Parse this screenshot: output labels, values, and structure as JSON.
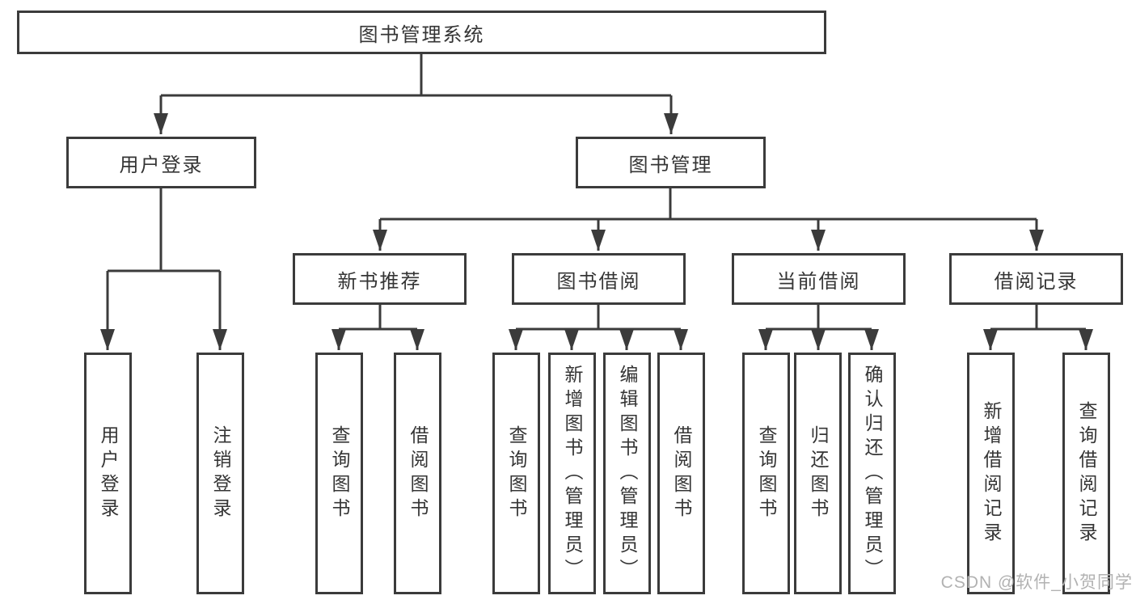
{
  "diagram": {
    "root": "图书管理系统",
    "level2": {
      "user_login": "用户登录",
      "book_mgmt": "图书管理"
    },
    "level3": {
      "new_books": "新书推荐",
      "borrowing": "图书借阅",
      "current": "当前借阅",
      "records": "借阅记录"
    },
    "leaves": {
      "user_login": "用户登录",
      "logout": "注销登录",
      "query_books_new": "查询图书",
      "borrow_books_new": "借阅图书",
      "query_books_borrow": "查询图书",
      "add_books": "新增图书（管理员）",
      "edit_books": "编辑图书（管理员）",
      "borrow_books_borrow": "借阅图书",
      "query_books_current": "查询图书",
      "return_books": "归还图书",
      "confirm_return": "确认归还（管理员）",
      "add_borrow_record": "新增借阅记录",
      "query_borrow_record": "查询借阅记录"
    },
    "colors": {
      "line": "#3b3b3b",
      "text": "#353535",
      "watermark": "#b2b2b2"
    }
  },
  "watermark": "CSDN @软件_小贺同学"
}
